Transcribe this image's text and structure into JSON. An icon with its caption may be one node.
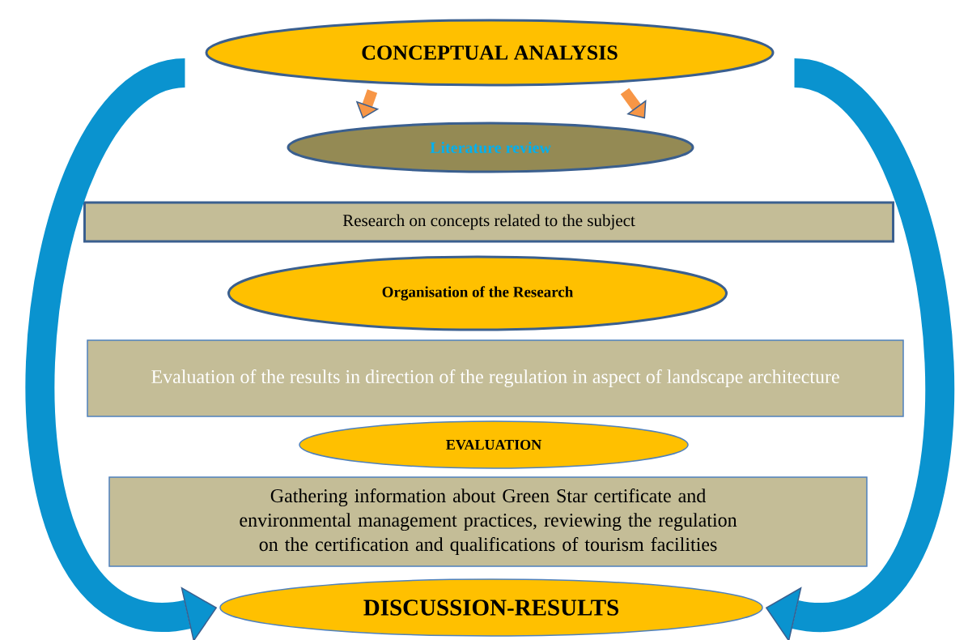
{
  "diagram": {
    "nodes": [
      {
        "text": [
          "CONCEPTUAL ANALYSIS"
        ]
      },
      {
        "text": [
          "Literature review"
        ]
      },
      {
        "text": [
          "Research on concepts related to the subject"
        ]
      },
      {
        "text": [
          "Organisation of the Research"
        ]
      },
      {
        "text": [
          "Evaluation of the results in direction of the regulation in aspect of landscape architecture"
        ]
      },
      {
        "text": [
          "EVALUATION"
        ]
      },
      {
        "text": [
          "Gathering information about Green Star certificate and environmental management practices, reviewing the regulation on the certification and qualifications of tourism facilities"
        ]
      },
      {
        "text": [
          "DISCUSSION-RESULTS"
        ]
      }
    ],
    "edges": [
      {
        "from": 0,
        "to": 1,
        "arrow": "to",
        "color": "#f79646"
      },
      {
        "from": 0,
        "to": 1,
        "arrow": "to",
        "color": "#f79646"
      },
      {
        "from": 0,
        "to": 7,
        "arrow": "to",
        "style": "thick",
        "color": "#0a93cf"
      },
      {
        "from": 0,
        "to": 7,
        "arrow": "to",
        "style": "thick",
        "color": "#0a93cf"
      }
    ]
  }
}
